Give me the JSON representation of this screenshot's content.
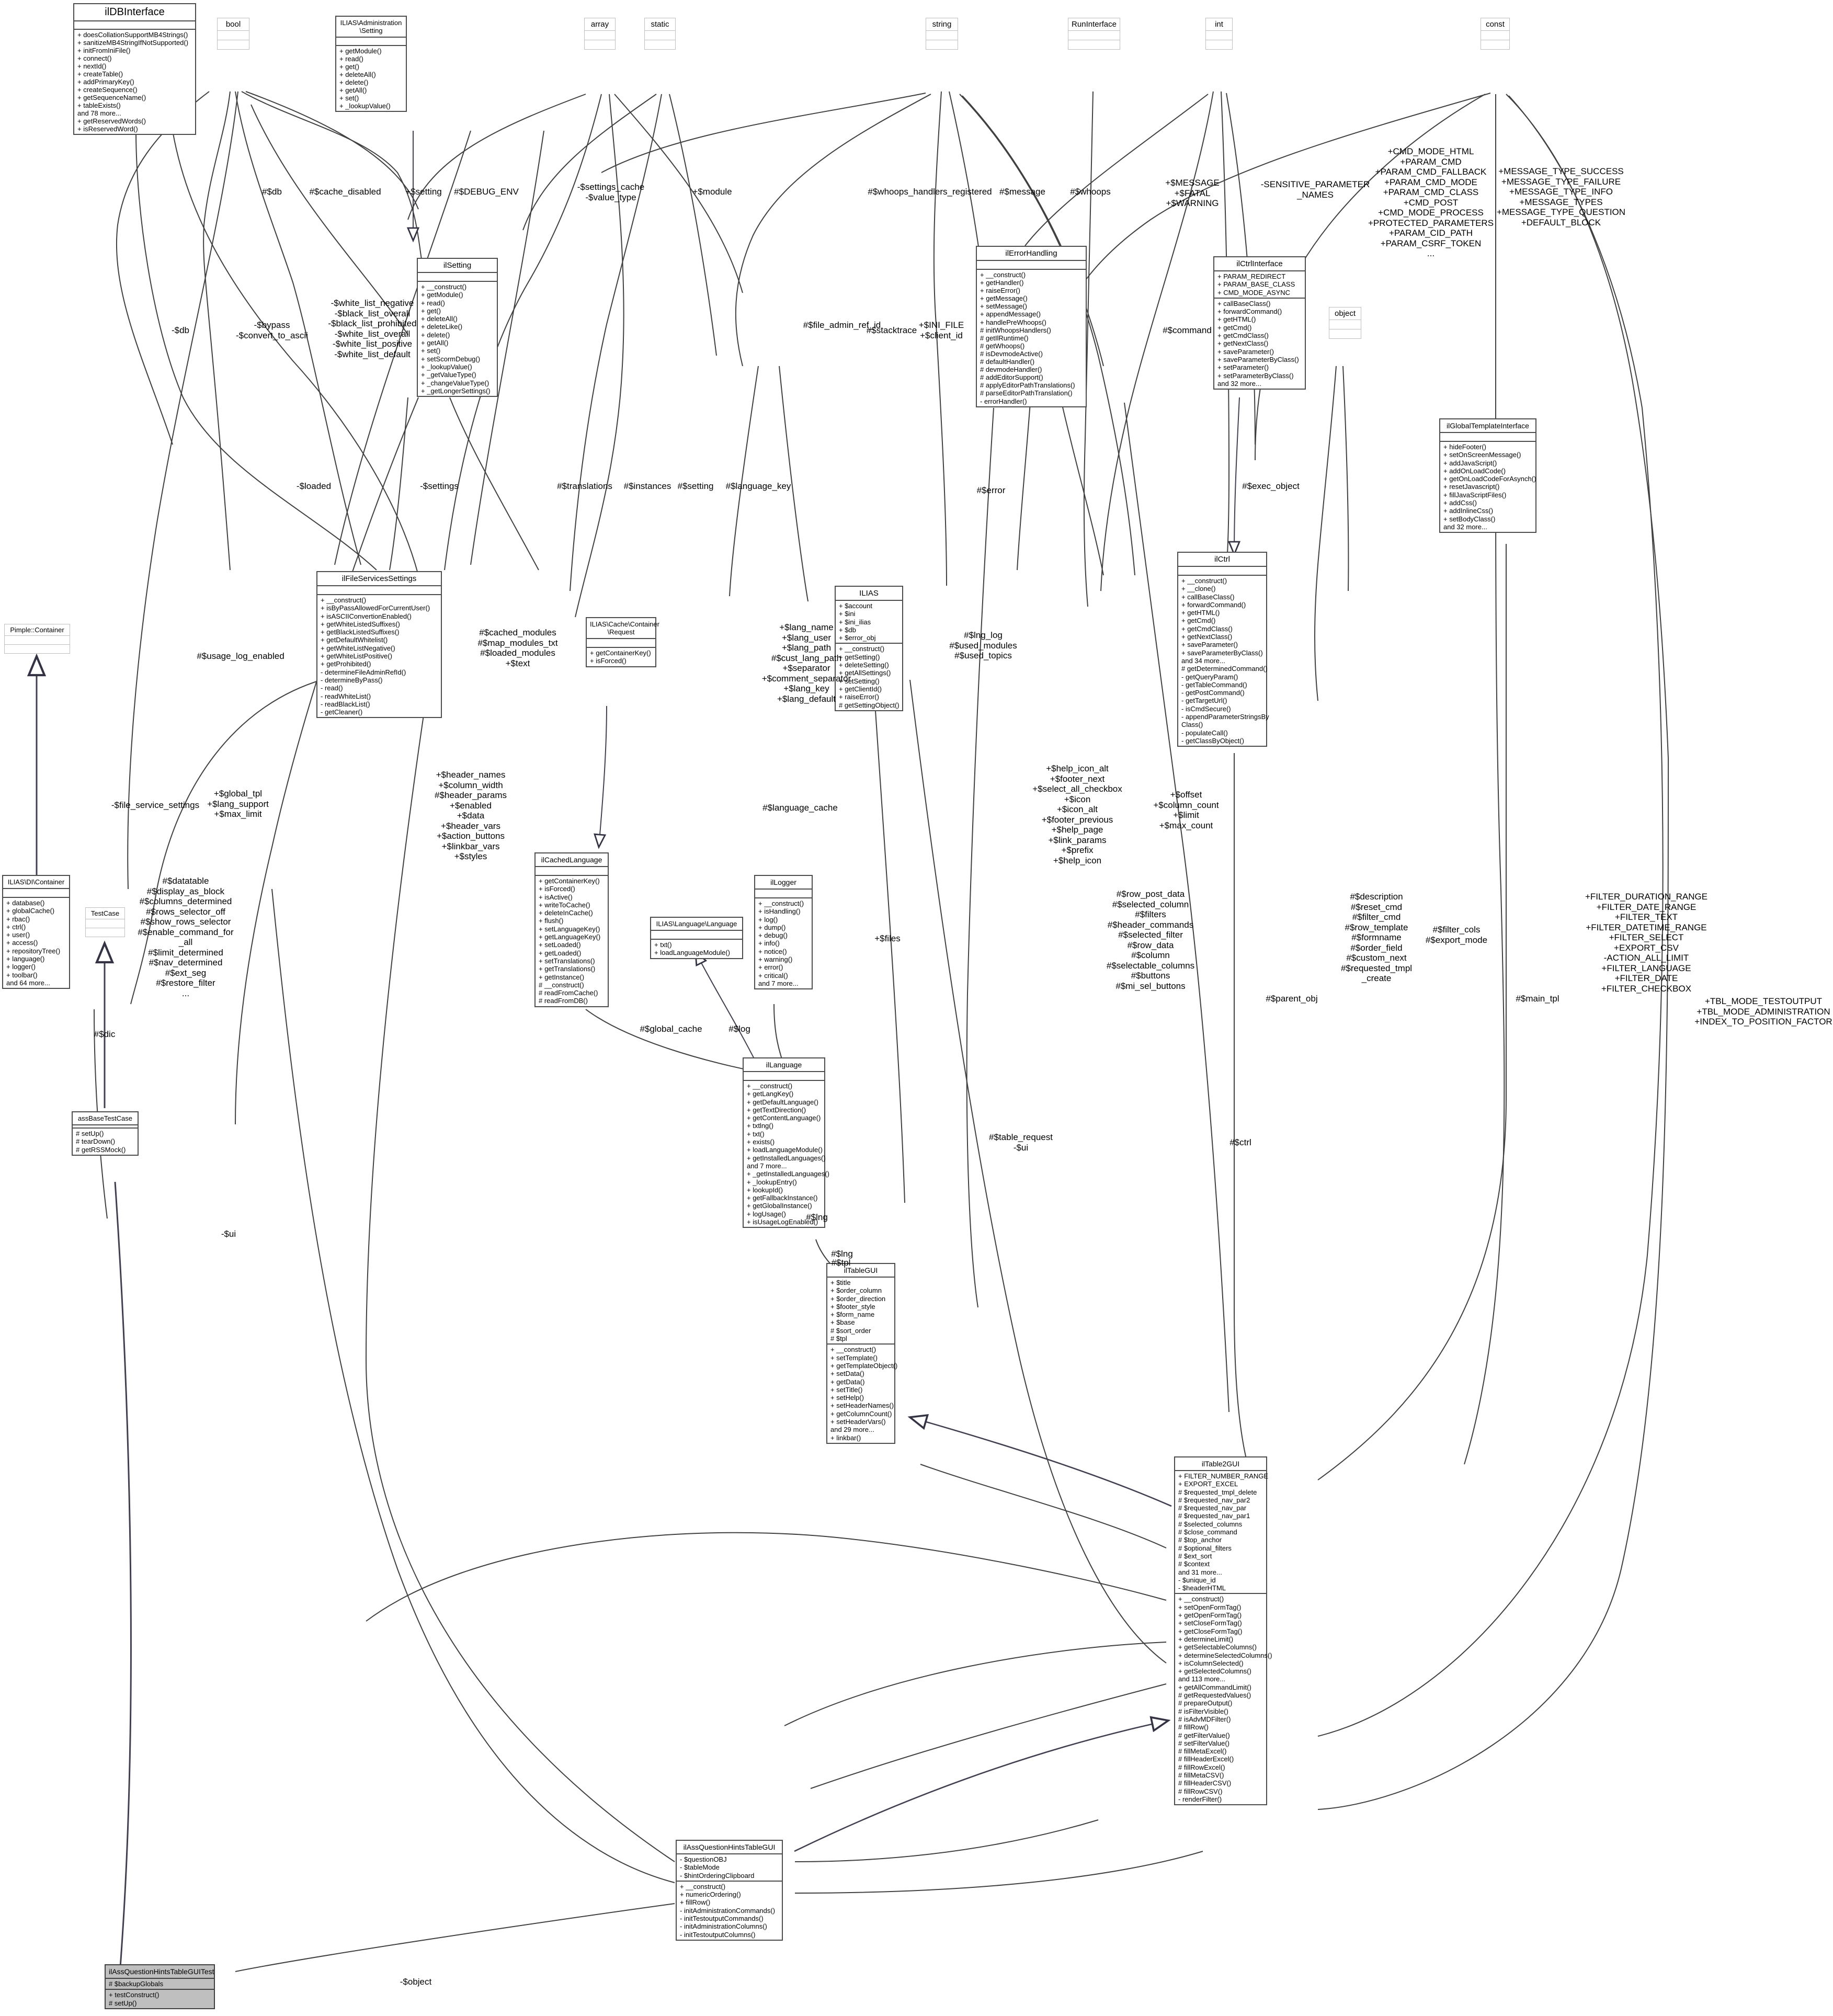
{
  "diagram": {
    "kind": "uml-collaboration-diagram",
    "subject": "ilAssQuestionHintsTableGUITest",
    "edge_color": "#404040",
    "inherit_color": "#404050",
    "highlight_fill": "#bfbfbf"
  },
  "nodes": [
    {
      "id": "ilDBInterface",
      "title": "ilDBInterface",
      "attrs": "",
      "ops": "+ doesCollationSupportMB4Strings()\n+ sanitizeMB4StringIfNotSupported()\n+ initFromIniFile()\n+ connect()\n+ nextId()\n+ createTable()\n+ addPrimaryKey()\n+ createSequence()\n+ getSequenceName()\n+ tableExists()\nand 78 more...\n+ getReservedWords()\n+ isReservedWord()"
    },
    {
      "id": "bool",
      "title": "bool",
      "attrs": "",
      "ops": ""
    },
    {
      "id": "ILIASAdministrationSetting",
      "title": "ILIAS\\Administration\n\\Setting",
      "attrs": "",
      "ops": "+ getModule()\n+ read()\n+ get()\n+ deleteAll()\n+ delete()\n+ getAll()\n+ set()\n+ _lookupValue()"
    },
    {
      "id": "array",
      "title": "array",
      "attrs": "",
      "ops": ""
    },
    {
      "id": "static",
      "title": "static",
      "attrs": "",
      "ops": ""
    },
    {
      "id": "string",
      "title": "string",
      "attrs": "",
      "ops": ""
    },
    {
      "id": "RunInterface",
      "title": "RunInterface",
      "attrs": "",
      "ops": ""
    },
    {
      "id": "int",
      "title": "int",
      "attrs": "",
      "ops": ""
    },
    {
      "id": "const",
      "title": "const",
      "attrs": "",
      "ops": ""
    },
    {
      "id": "object",
      "title": "object",
      "attrs": "",
      "ops": ""
    },
    {
      "id": "ilSetting",
      "title": "ilSetting",
      "attrs": "",
      "ops": "+ __construct()\n+ getModule()\n+ read()\n+ get()\n+ deleteAll()\n+ deleteLike()\n+ delete()\n+ getAll()\n+ set()\n+ setScormDebug()\n+ _lookupValue()\n+ _getValueType()\n+ _changeValueType()\n+ _getLongerSettings()"
    },
    {
      "id": "ilErrorHandling",
      "title": "ilErrorHandling",
      "attrs": "",
      "ops": "+ __construct()\n+ getHandler()\n+ raiseError()\n+ getMessage()\n+ setMessage()\n+ appendMessage()\n+ handlePreWhoops()\n# initWhoopsHandlers()\n# getIlRuntime()\n# getWhoops()\n# isDevmodeActive()\n# defaultHandler()\n# devmodeHandler()\n# addEditorSupport()\n# applyEditorPathTranslations()\n# parseEditorPathTranslation()\n- errorHandler()"
    },
    {
      "id": "ilCtrlInterface",
      "title": "ilCtrlInterface",
      "attrs": "+ PARAM_REDIRECT\n+ PARAM_BASE_CLASS\n+ CMD_MODE_ASYNC",
      "ops": "+ callBaseClass()\n+ forwardCommand()\n+ getHTML()\n+ getCmd()\n+ getCmdClass()\n+ getNextClass()\n+ saveParameter()\n+ saveParameterByClass()\n+ setParameter()\n+ setParameterByClass()\nand 32 more..."
    },
    {
      "id": "ilGlobalTemplateInterface",
      "title": "ilGlobalTemplateInterface",
      "attrs": "",
      "ops": "+ hideFooter()\n+ setOnScreenMessage()\n+ addJavaScript()\n+ addOnLoadCode()\n+ getOnLoadCodeForAsynch()\n+ resetJavascript()\n+ fillJavaScriptFiles()\n+ addCss()\n+ addInlineCss()\n+ setBodyClass()\nand 32 more..."
    },
    {
      "id": "ilCtrl",
      "title": "ilCtrl",
      "attrs": "",
      "ops": "+ __construct()\n+ __clone()\n+ callBaseClass()\n+ forwardCommand()\n+ getHTML()\n+ getCmd()\n+ getCmdClass()\n+ getNextClass()\n+ saveParameter()\n+ saveParameterByClass()\nand 34 more...\n# getDeterminedCommand()\n- getQueryParam()\n- getTableCommand()\n- getPostCommand()\n- getTargetUrl()\n- isCmdSecure()\n- appendParameterStringsBy\nClass()\n- populateCall()\n- getClassByObject()"
    },
    {
      "id": "ilFileServicesSettings",
      "title": "ilFileServicesSettings",
      "attrs": "",
      "ops": "+ __construct()\n+ isByPassAllowedForCurrentUser()\n+ isASCIIConvertionEnabled()\n+ getWhiteListedSuffixes()\n+ getBlackListedSuffixes()\n+ getDefaultWhitelist()\n+ getWhiteListNegative()\n+ getWhiteListPositive()\n+ getProhibited()\n- determineFileAdminRefId()\n- determineByPass()\n- read()\n- readWhiteList()\n- readBlackList()\n- getCleaner()"
    },
    {
      "id": "ILIASCacheContainerRequest",
      "title": "ILIAS\\Cache\\Container\n\\Request",
      "attrs": "",
      "ops": "+ getContainerKey()\n+ isForced()"
    },
    {
      "id": "ILIAS",
      "title": "ILIAS",
      "attrs": "+ $account\n+ $ini\n+ $ini_ilias\n+ $db\n+ $error_obj",
      "ops": "+ __construct()\n+ getSetting()\n+ deleteSetting()\n+ getAllSettings()\n+ setSetting()\n+ getClientId()\n+ raiseError()\n# getSettingObject()"
    },
    {
      "id": "PimpleContainer",
      "title": "Pimple::Container",
      "attrs": "",
      "ops": ""
    },
    {
      "id": "ILIASDIContainer",
      "title": "ILIAS\\DI\\Container",
      "attrs": "",
      "ops": "+ database()\n+ globalCache()\n+ rbac()\n+ ctrl()\n+ user()\n+ access()\n+ repositoryTree()\n+ language()\n+ logger()\n+ toolbar()\nand 64 more..."
    },
    {
      "id": "TestCase",
      "title": "TestCase",
      "attrs": "",
      "ops": ""
    },
    {
      "id": "assBaseTestCase",
      "title": "assBaseTestCase",
      "attrs": "",
      "ops": "# setUp()\n# tearDown()\n# getRSSMock()"
    },
    {
      "id": "ilCachedLanguage",
      "title": "ilCachedLanguage",
      "attrs": "",
      "ops": "+ getContainerKey()\n+ isForced()\n+ isActive()\n+ writeToCache()\n+ deleteInCache()\n+ flush()\n+ setLanguageKey()\n+ getLanguageKey()\n+ setLoaded()\n+ getLoaded()\n+ setTranslations()\n+ getTranslations()\n+ getInstance()\n# __construct()\n# readFromCache()\n# readFromDB()"
    },
    {
      "id": "ILIASLanguageLanguage",
      "title": "ILIAS\\Language\\Language",
      "attrs": "",
      "ops": "+ txt()\n+ loadLanguageModule()"
    },
    {
      "id": "ilLogger",
      "title": "ilLogger",
      "attrs": "",
      "ops": "+ __construct()\n+ isHandling()\n+ log()\n+ dump()\n+ debug()\n+ info()\n+ notice()\n+ warning()\n+ error()\n+ critical()\nand 7 more..."
    },
    {
      "id": "ilLanguage",
      "title": "ilLanguage",
      "attrs": "",
      "ops": "+ __construct()\n+ getLangKey()\n+ getDefaultLanguage()\n+ getTextDirection()\n+ getContentLanguage()\n+ txtlng()\n+ txt()\n+ exists()\n+ loadLanguageModule()\n+ getInstalledLanguages()\nand 7 more...\n+ _getInstalledLanguages()\n+ _lookupEntry()\n+ lookupId()\n+ getFallbackInstance()\n+ getGlobalInstance()\n+ logUsage()\n+ isUsageLogEnabled()"
    },
    {
      "id": "ilTableGUI",
      "title": "ilTableGUI",
      "attrs": "+ $title\n+ $order_column\n+ $order_direction\n+ $footer_style\n+ $form_name\n+ $base\n# $sort_order\n# $tpl",
      "ops": "+ __construct()\n+ setTemplate()\n+ getTemplateObject()\n+ setData()\n+ getData()\n+ setTitle()\n+ setHelp()\n+ setHeaderNames()\n+ getColumnCount()\n+ setHeaderVars()\nand 29 more...\n+ linkbar()"
    },
    {
      "id": "ilTable2GUI",
      "title": "ilTable2GUI",
      "attrs": "+ FILTER_NUMBER_RANGE\n+ EXPORT_EXCEL\n# $requested_tmpl_delete\n# $requested_nav_par2\n# $requested_nav_par\n# $requested_nav_par1\n# $selected_columns\n# $close_command\n# $top_anchor\n# $optional_filters\n# $ext_sort\n# $context\nand 31 more...\n- $unique_id\n- $headerHTML",
      "ops": "+ __construct()\n+ setOpenFormTag()\n+ getOpenFormTag()\n+ setCloseFormTag()\n+ getCloseFormTag()\n+ determineLimit()\n+ getSelectableColumns()\n+ determineSelectedColumns()\n+ isColumnSelected()\n+ getSelectedColumns()\nand 113 more...\n+ getAllCommandLimit()\n# getRequestedValues()\n# prepareOutput()\n# isFilterVisible()\n# isAdvMDFilter()\n# fillRow()\n# getFilterValue()\n# setFilterValue()\n# fillMetaExcel()\n# fillHeaderExcel()\n# fillRowExcel()\n# fillMetaCSV()\n# fillHeaderCSV()\n# fillRowCSV()\n- renderFilter()"
    },
    {
      "id": "ilAssQuestionHintsTableGUI",
      "title": "ilAssQuestionHintsTableGUI",
      "attrs": "- $questionOBJ\n- $tableMode\n- $hintOrderingClipboard",
      "ops": "+ __construct()\n+ numericOrdering()\n+ fillRow()\n- initAdministrationCommands()\n- initTestoutputCommands()\n- initAdministrationColumns()\n- initTestoutputColumns()"
    },
    {
      "id": "ilAssQuestionHintsTableGUITest",
      "title": "ilAssQuestionHintsTableGUITest",
      "attrs": "# $backupGlobals",
      "ops": "+ testConstruct()\n# setUp()"
    }
  ],
  "edge_labels": [
    {
      "id": "db1",
      "text": "#$db"
    },
    {
      "id": "cache_disabled",
      "text": "#$cache_disabled"
    },
    {
      "id": "setting1",
      "text": "+$setting"
    },
    {
      "id": "debug_env",
      "text": "#$DEBUG_ENV"
    },
    {
      "id": "settings_cache",
      "text": "-$settings_cache\n-$value_type"
    },
    {
      "id": "module",
      "text": "+$module"
    },
    {
      "id": "whoops_handlers",
      "text": "#$whoops_handlers_registered"
    },
    {
      "id": "message",
      "text": "#$message"
    },
    {
      "id": "whoops",
      "text": "#$whoops"
    },
    {
      "id": "message_fatal",
      "text": "+$MESSAGE\n+$FATAL\n+$WARNING"
    },
    {
      "id": "sensitive_param",
      "text": "-SENSITIVE_PARAMETER\n_NAMES"
    },
    {
      "id": "cmd_consts",
      "text": "+CMD_MODE_HTML\n+PARAM_CMD\n+PARAM_CMD_FALLBACK\n+PARAM_CMD_MODE\n+PARAM_CMD_CLASS\n+CMD_POST\n+CMD_MODE_PROCESS\n+PROTECTED_PARAMETERS\n+PARAM_CID_PATH\n+PARAM_CSRF_TOKEN\n..."
    },
    {
      "id": "message_types",
      "text": "+MESSAGE_TYPE_SUCCESS\n+MESSAGE_TYPE_FAILURE\n+MESSAGE_TYPE_INFO\n+MESSAGE_TYPES\n+MESSAGE_TYPE_QUESTION\n+DEFAULT_BLOCK"
    },
    {
      "id": "db2",
      "text": "-$db"
    },
    {
      "id": "bypass",
      "text": "-$bypass\n-$convert_to_ascii"
    },
    {
      "id": "white_lists",
      "text": "-$white_list_negative\n-$black_list_overall\n-$black_list_prohibited\n-$white_list_overall\n-$white_list_positive\n-$white_list_default"
    },
    {
      "id": "file_admin_ref_id",
      "text": "#$file_admin_ref_id"
    },
    {
      "id": "stacktrace",
      "text": "#$stacktrace"
    },
    {
      "id": "ini_file",
      "text": "+$INI_FILE\n+$client_id"
    },
    {
      "id": "command",
      "text": "#$command"
    },
    {
      "id": "loaded",
      "text": "-$loaded"
    },
    {
      "id": "settings2",
      "text": "-$settings"
    },
    {
      "id": "translations",
      "text": "#$translations"
    },
    {
      "id": "instances",
      "text": "#$instances"
    },
    {
      "id": "setting3",
      "text": "#$setting"
    },
    {
      "id": "language_key",
      "text": "#$language_key"
    },
    {
      "id": "error",
      "text": "#$error"
    },
    {
      "id": "exec_object",
      "text": "#$exec_object"
    },
    {
      "id": "usage_log_enabled",
      "text": "#$usage_log_enabled"
    },
    {
      "id": "cached_modules",
      "text": "#$cached_modules\n#$map_modules_txt\n#$loaded_modules\n+$text"
    },
    {
      "id": "lang_name",
      "text": "+$lang_name\n+$lang_user\n+$lang_path\n#$cust_lang_path\n+$separator\n+$comment_separator\n+$lang_key\n+$lang_default"
    },
    {
      "id": "lng_log",
      "text": "#$lng_log\n#$used_modules\n#$used_topics"
    },
    {
      "id": "file_service_settings",
      "text": "-$file_service_settings"
    },
    {
      "id": "global_tpl",
      "text": "+$global_tpl\n+$lang_support\n+$max_limit"
    },
    {
      "id": "header_names",
      "text": "+$header_names\n+$column_width\n#$header_params\n+$enabled\n+$data\n+$header_vars\n+$action_buttons\n+$linkbar_vars\n+$styles"
    },
    {
      "id": "language_cache",
      "text": "#$language_cache"
    },
    {
      "id": "help_icon_alt",
      "text": "+$help_icon_alt\n+$footer_next\n+$select_all_checkbox\n+$icon\n+$icon_alt\n+$footer_previous\n+$help_page\n+$link_params\n+$prefix\n+$help_icon"
    },
    {
      "id": "offset",
      "text": "+$offset\n+$column_count\n+$limit\n+$max_count"
    },
    {
      "id": "row_post_data",
      "text": "#$row_post_data\n#$selected_column\n#$filters\n#$header_commands\n#$selected_filter\n#$row_data\n#$column\n#$selectable_columns\n#$buttons\n#$mi_sel_buttons"
    },
    {
      "id": "datatable",
      "text": "#$datatable\n#$display_as_block\n#$columns_determined\n#$rows_selector_off\n#$show_rows_selector\n#$enable_command_for\n_all\n#$limit_determined\n#$nav_determined\n#$ext_seg\n#$restore_filter\n..."
    },
    {
      "id": "description",
      "text": "#$description\n#$reset_cmd\n#$filter_cmd\n#$row_template\n#$formname\n#$order_field\n#$custom_next\n#$requested_tmpl\n_create"
    },
    {
      "id": "filter_cols",
      "text": "#$filter_cols\n#$export_mode"
    },
    {
      "id": "filter_consts",
      "text": "+FILTER_DURATION_RANGE\n+FILTER_DATE_RANGE\n+FILTER_TEXT\n+FILTER_DATETIME_RANGE\n+FILTER_SELECT\n+EXPORT_CSV\n-ACTION_ALL_LIMIT\n+FILTER_LANGUAGE\n+FILTER_DATE\n+FILTER_CHECKBOX"
    },
    {
      "id": "tbl_mode",
      "text": "+TBL_MODE_TESTOUTPUT\n+TBL_MODE_ADMINISTRATION\n+INDEX_TO_POSITION_FACTOR"
    },
    {
      "id": "dic",
      "text": "#$dic"
    },
    {
      "id": "ui",
      "text": "-$ui"
    },
    {
      "id": "global_cache",
      "text": "#$global_cache"
    },
    {
      "id": "log",
      "text": "#$log"
    },
    {
      "id": "files",
      "text": "+$files"
    },
    {
      "id": "lng",
      "text": "#$lng"
    },
    {
      "id": "lng2",
      "text": "#$lng"
    },
    {
      "id": "parent_obj",
      "text": "#$parent_obj"
    },
    {
      "id": "table_request",
      "text": "#$table_request\n-$ui"
    },
    {
      "id": "ctrl",
      "text": "#$ctrl"
    },
    {
      "id": "main_tpl",
      "text": "#$main_tpl"
    },
    {
      "id": "object",
      "text": "-$object"
    },
    {
      "id": "tpl",
      "text": "#$tpl"
    }
  ]
}
